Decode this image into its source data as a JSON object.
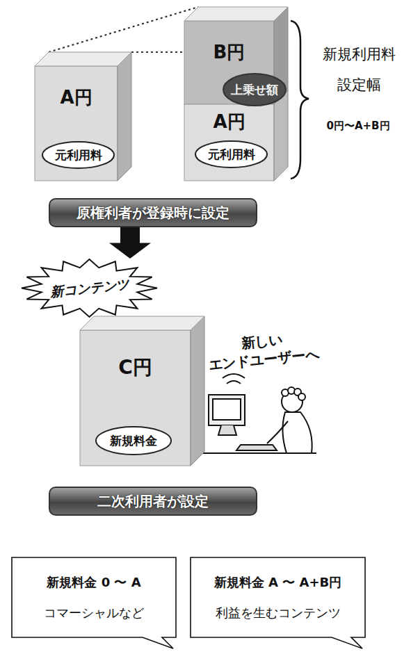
{
  "diagram": {
    "nodes": [
      {
        "text": [
          "A円"
        ]
      },
      {
        "text": [
          "元利用料"
        ],
        "in": 0
      },
      {
        "text": [
          "B円",
          "A円"
        ]
      },
      {
        "text": [
          "上乗せ額"
        ],
        "in": 2
      },
      {
        "text": [
          "元利用料"
        ],
        "in": 2
      },
      {
        "text": [
          "原権利者が登録時に設定"
        ]
      },
      {
        "text": [
          "新コンテンツ"
        ]
      },
      {
        "text": [
          "C円"
        ]
      },
      {
        "text": [
          "新規料金"
        ],
        "in": 7
      },
      {
        "text": [
          "二次利用者が設定"
        ]
      },
      {
        "text": [
          "新規料金 0 〜 A",
          "コマーシャルなど"
        ]
      },
      {
        "text": [
          "新規料金 A 〜 A+B円",
          "利益を生むコンテンツ"
        ]
      }
    ],
    "edges": [
      {
        "from": 0,
        "to": 2,
        "arrow": "none"
      },
      {
        "from": 0,
        "to": 2,
        "arrow": "none"
      },
      {
        "from": 5,
        "to": 6,
        "arrow": "to"
      }
    ],
    "labels": [
      "新規利用料 設定幅",
      "0円〜A+B円",
      "新しい エンドユーザーへ"
    ]
  }
}
